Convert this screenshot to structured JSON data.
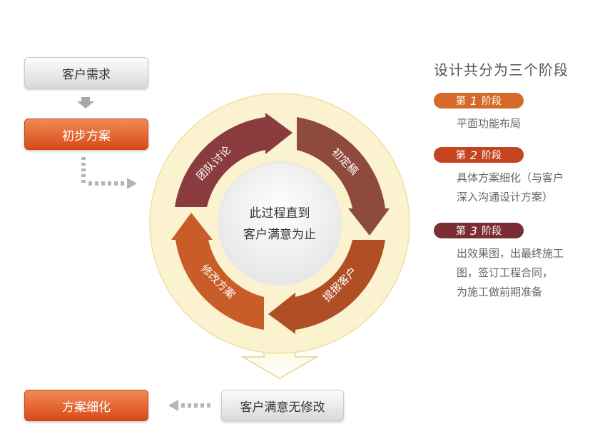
{
  "flow": {
    "requirements": "客户需求",
    "preliminary_plan": "初步方案",
    "refine_plan": "方案细化",
    "satisfied": "客户满意无修改"
  },
  "cycle": {
    "center_line1": "此过程直到",
    "center_line2": "客户满意为止",
    "segments": [
      "团队讨论",
      "初定稿",
      "提报客户",
      "修改方案"
    ]
  },
  "stages": {
    "heading": "设计共分为三个阶段",
    "items": [
      {
        "prefix": "第",
        "number": "1",
        "suffix": "阶段",
        "lines": [
          "平面功能布局"
        ],
        "color": "#d4692a"
      },
      {
        "prefix": "第",
        "number": "2",
        "suffix": "阶段",
        "lines": [
          "具体方案细化（与客户",
          "深入沟通设计方案）"
        ],
        "color": "#c4441f"
      },
      {
        "prefix": "第",
        "number": "3",
        "suffix": "阶段",
        "lines": [
          "出效果图，出最终施工",
          "图，签订工程合同，",
          "为施工做前期准备"
        ],
        "color": "#7a2e32"
      }
    ]
  },
  "colors": {
    "seg_top_left": "#8a3b3e",
    "seg_top_right": "#8e4a3c",
    "seg_bottom_right": "#b04f26",
    "seg_bottom_left": "#c85d2a",
    "ring_bg": "#fbf2cf"
  }
}
